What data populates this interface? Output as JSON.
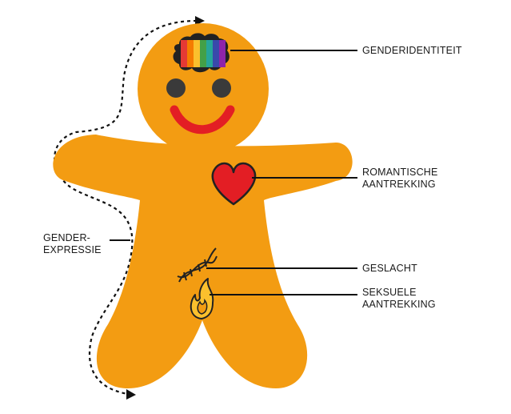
{
  "colors": {
    "body": "#F39C12",
    "eyes": "#3a3a3a",
    "smile": "#E31E24",
    "heart": "#E31E24",
    "lines": "#111111",
    "rainbow": [
      "#E53935",
      "#F57C00",
      "#FBC02D",
      "#43A047",
      "#26A69A",
      "#3949AB",
      "#8E24AA"
    ]
  },
  "icons": {
    "identity": "rainbow-brain-icon",
    "romantic": "heart-icon",
    "sex": "dna-icon",
    "sexual": "flame-icon"
  },
  "labels": {
    "identity": "GENDERIDENTITEIT",
    "romantic": [
      "ROMANTISCHE",
      "AANTREKKING"
    ],
    "sex": "GESLACHT",
    "sexual": [
      "SEKSUELE",
      "AANTREKKING"
    ],
    "expression": [
      "GENDER-",
      "EXPRESSIE"
    ]
  }
}
